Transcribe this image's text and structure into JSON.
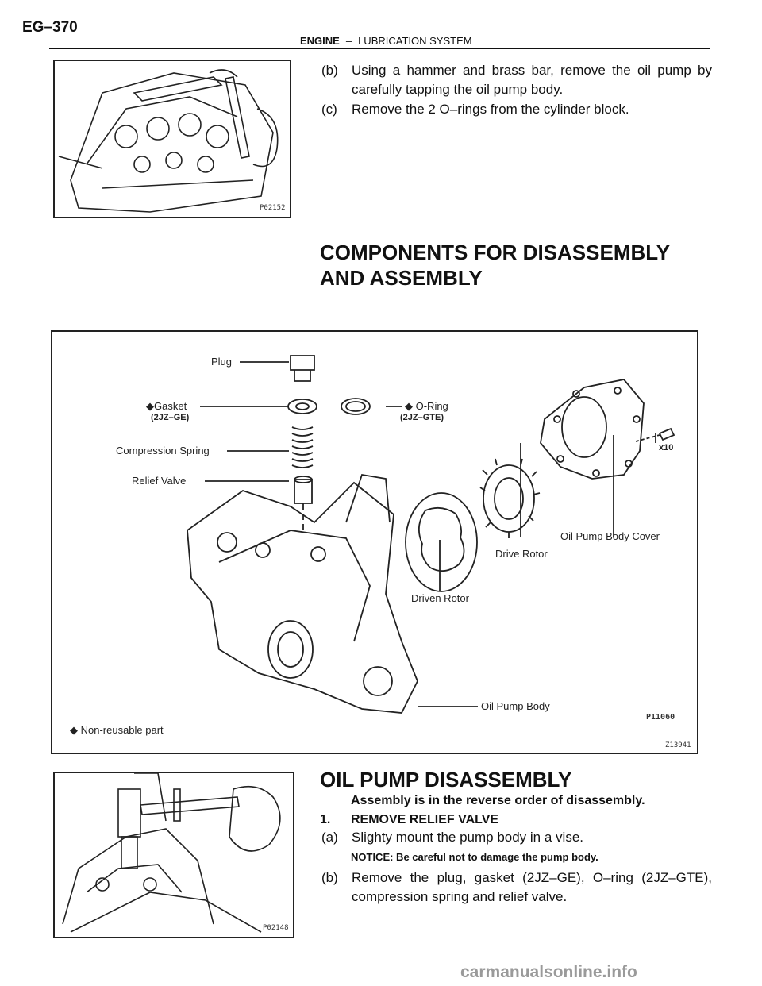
{
  "header": {
    "page_code": "EG–370",
    "section": "ENGINE",
    "separator": "–",
    "subsection": "LUBRICATION SYSTEM"
  },
  "top_steps": [
    {
      "label": "(b)",
      "text": "Using a hammer and brass bar, remove the oil pump by carefully tapping the oil pump body."
    },
    {
      "label": "(c)",
      "text": "Remove the 2 O–rings from the cylinder block."
    }
  ],
  "figures": {
    "fig1_code": "P02152",
    "fig2_code": "P11060",
    "fig2_outer_code": "Z13941",
    "fig3_code": "P02148"
  },
  "components_heading": "COMPONENTS FOR DISASSEMBLY AND ASSEMBLY",
  "diagram_labels": {
    "plug": "Plug",
    "gasket": "◆Gasket",
    "gasket_note": "(2JZ–GE)",
    "o_ring": "◆ O-Ring",
    "o_ring_note": "(2JZ–GTE)",
    "compression_spring": "Compression Spring",
    "relief_valve": "Relief Valve",
    "bolt_qty": "x10",
    "body_cover": "Oil Pump Body Cover",
    "drive_rotor": "Drive Rotor",
    "driven_rotor": "Driven Rotor",
    "pump_body": "Oil Pump Body",
    "legend": "◆  Non-reusable part"
  },
  "disassembly": {
    "heading": "OIL PUMP DISASSEMBLY",
    "note": "Assembly is in the reverse order of disassembly.",
    "step1": {
      "label": "1.",
      "text": "REMOVE RELIEF VALVE"
    },
    "step_a": {
      "label": "(a)",
      "text": "Slighty mount the pump body in a vise."
    },
    "notice": "NOTICE: Be careful not to damage the pump body.",
    "step_b": {
      "label": "(b)",
      "text": "Remove the plug, gasket (2JZ–GE), O–ring (2JZ–GTE), compression spring and relief valve."
    }
  },
  "watermark": "carmanualsonline.info"
}
